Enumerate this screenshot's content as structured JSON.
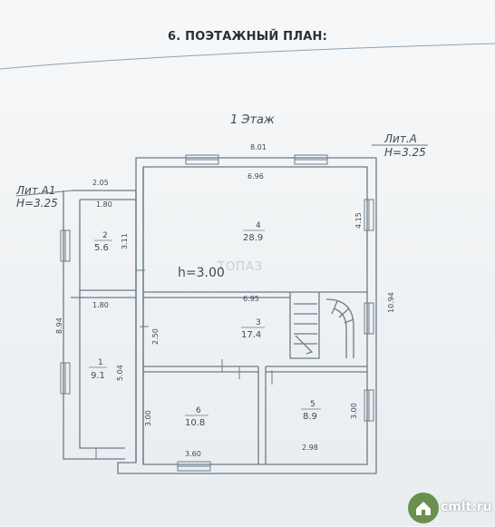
{
  "document": {
    "title": "6. ПОЭТАЖНЫЙ ПЛАН:",
    "floor_label": "1 Этаж",
    "lit_a_label": "Лит.А",
    "lit_a_height": "Н=3.25",
    "lit_a1_label": "Лит.А1",
    "lit_a1_height": "Н=3.25",
    "ceiling_height": "h=3.00",
    "watermark": "ТОПАЗ"
  },
  "dimensions": {
    "top_outer": "8.01",
    "top_inner": "6.96",
    "right_outer": "10.94",
    "right_upper": "4.15",
    "corridor_width": "6.95",
    "a1_top_outer": "2.05",
    "a1_top_inner": "1.80",
    "a1_mid_inner": "1.80",
    "a1_left_outer": "8.94",
    "room2_height": "3.11",
    "hall_height": "2.50",
    "room1_height": "5.04",
    "room6_height": "3.00",
    "room5_height": "3.00",
    "room6_width": "3.60",
    "room5_width": "2.98"
  },
  "rooms": [
    {
      "number": "4",
      "area": "28.9"
    },
    {
      "number": "2",
      "area": "5.6"
    },
    {
      "number": "3",
      "area": "17.4"
    },
    {
      "number": "1",
      "area": "9.1"
    },
    {
      "number": "6",
      "area": "10.8"
    },
    {
      "number": "5",
      "area": "8.9"
    }
  ],
  "badge": {
    "text": "cmlt.ru"
  }
}
